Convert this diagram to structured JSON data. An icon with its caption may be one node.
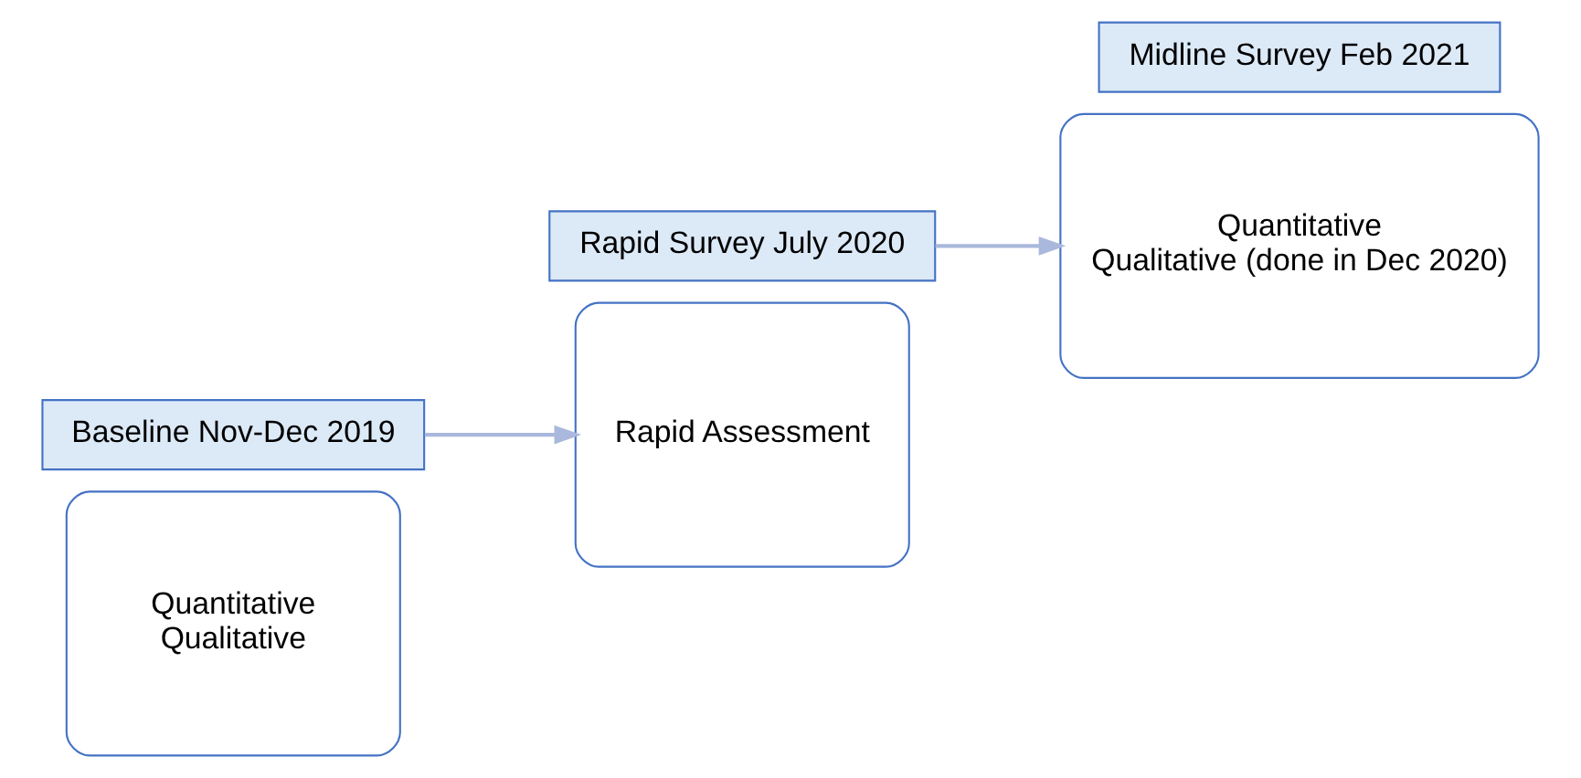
{
  "diagram": {
    "nodes": [
      {
        "text": [
          "Quantitative",
          "Qualitative"
        ]
      },
      {
        "text": [
          "Baseline Nov-Dec 2019"
        ]
      },
      {
        "text": [
          "Rapid Assessment"
        ]
      },
      {
        "text": [
          "Rapid Survey July 2020"
        ]
      },
      {
        "text": [
          "Quantitative",
          "Qualitative (done in Dec 2020)"
        ]
      },
      {
        "text": [
          "Midline Survey Feb 2021"
        ]
      }
    ],
    "edges": [
      {
        "from": 1,
        "to": 2,
        "arrow": "to"
      },
      {
        "from": 3,
        "to": 4,
        "arrow": "to"
      }
    ]
  }
}
